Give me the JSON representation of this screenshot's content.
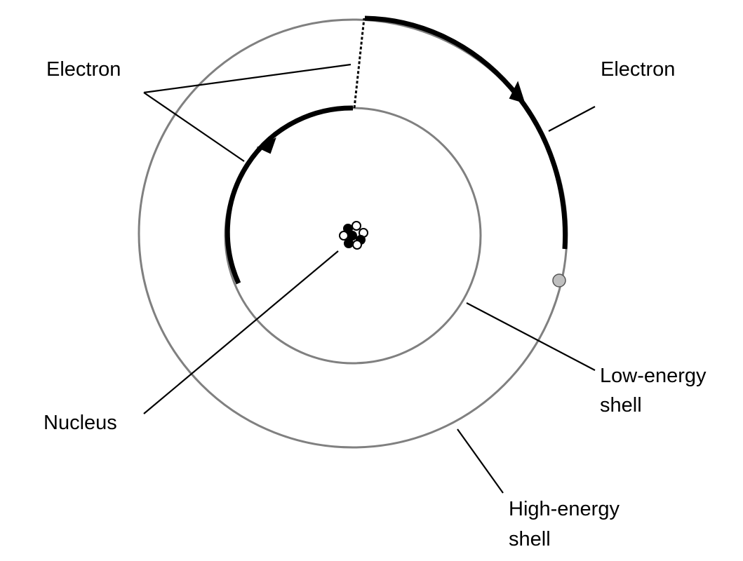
{
  "labels": {
    "electron_left": "Electron",
    "electron_right": "Electron",
    "nucleus": "Nucleus",
    "low_energy_line1": "Low-energy",
    "low_energy_line2": "shell",
    "high_energy_line1": "High-energy",
    "high_energy_line2": "shell"
  },
  "colors": {
    "shell": "#808080",
    "path": "#000000",
    "electron_fill": "#bfbfbf"
  }
}
